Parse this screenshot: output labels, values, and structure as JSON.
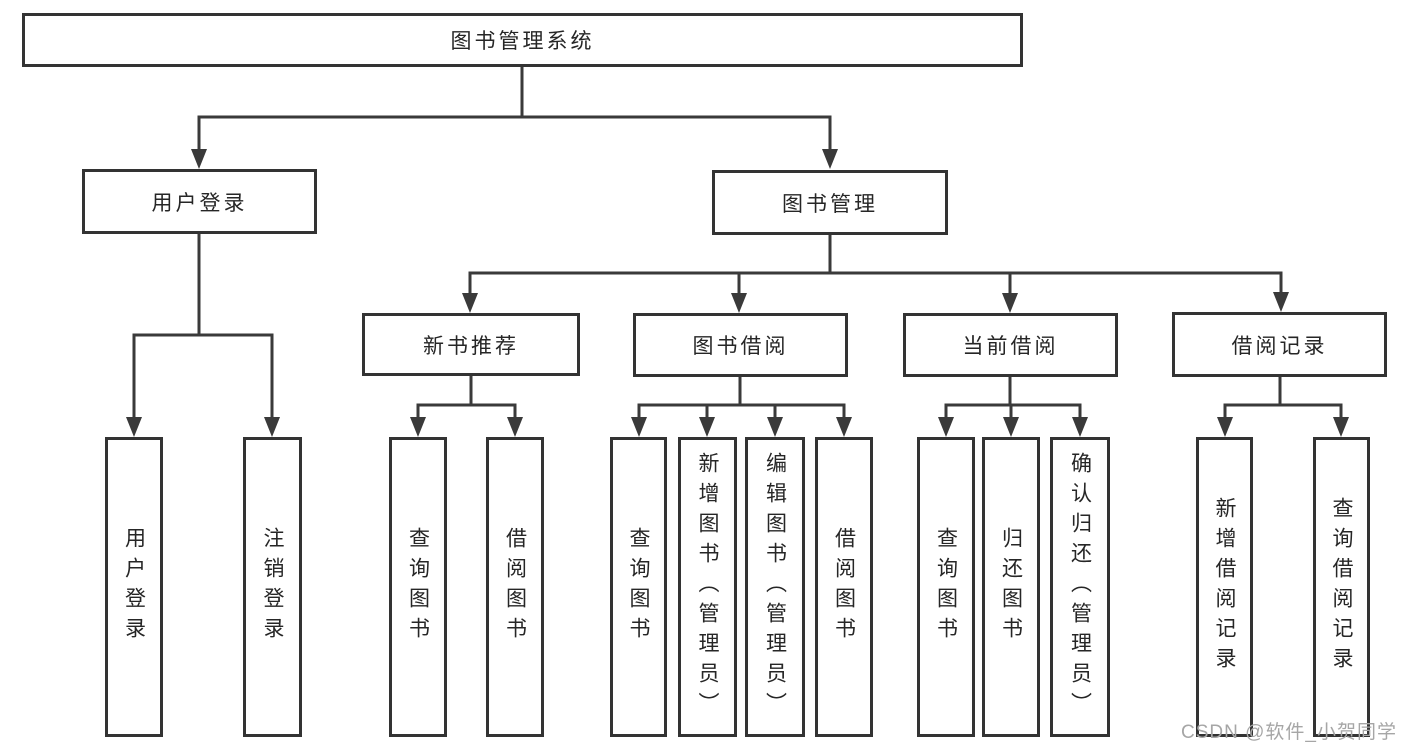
{
  "colors": {
    "line": "#3a3a3a",
    "box_border": "#333333",
    "text": "#262626",
    "background": "#ffffff",
    "watermark": "#a6a6a6"
  },
  "watermark": {
    "text": "CSDN @软件_小贺同学"
  },
  "tree": {
    "root": "图书管理系统",
    "children": [
      {
        "label": "用户登录",
        "children": [
          "用户登录",
          "注销登录"
        ]
      },
      {
        "label": "图书管理",
        "children": [
          {
            "label": "新书推荐",
            "children": [
              "查询图书",
              "借阅图书"
            ]
          },
          {
            "label": "图书借阅",
            "children": [
              "查询图书",
              "新增图书（管理员）",
              "编辑图书（管理员）",
              "借阅图书"
            ]
          },
          {
            "label": "当前借阅",
            "children": [
              "查询图书",
              "归还图书",
              "确认归还（管理员）"
            ]
          },
          {
            "label": "借阅记录",
            "children": [
              "新增借阅记录",
              "查询借阅记录"
            ]
          }
        ]
      }
    ]
  }
}
